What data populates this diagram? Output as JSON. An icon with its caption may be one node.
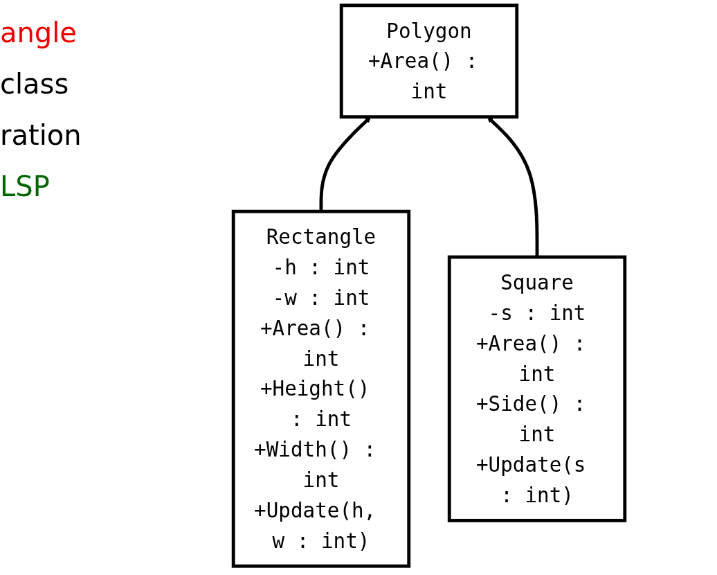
{
  "diagram": {
    "nodes": [
      {
        "text": [
          "Polygon",
          "+Area() : int"
        ]
      },
      {
        "text": [
          "Rectangle",
          "-h : int",
          "-w : int",
          "+Area() : int",
          "+Height() : int",
          "+Width() : int",
          "+Update(h, w : int)"
        ]
      },
      {
        "text": [
          "Square",
          "-s : int",
          "+Area() : int",
          "+Side() : int",
          "+Update(s : int)"
        ]
      }
    ],
    "edges": [
      {
        "from": 1,
        "to": 0,
        "arrow": "to"
      },
      {
        "from": 2,
        "to": 0,
        "arrow": "to"
      }
    ],
    "labels": [
      "angle",
      "class",
      "ration",
      "LSP"
    ]
  }
}
